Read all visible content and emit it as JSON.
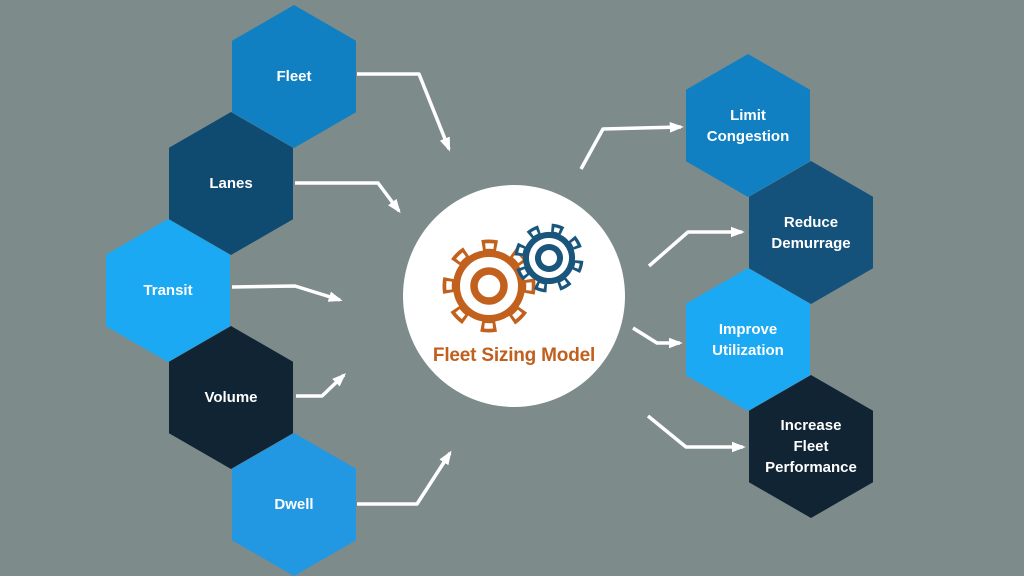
{
  "diagram_title": "Fleet Sizing Model",
  "center": {
    "label": "Fleet Sizing Model",
    "icon": "gears-icon"
  },
  "inputs": [
    {
      "label": "Fleet",
      "color": "#1180c2"
    },
    {
      "label": "Lanes",
      "color": "#0f4a70"
    },
    {
      "label": "Transit",
      "color": "#1ba9f4"
    },
    {
      "label": "Volume",
      "color": "#112433"
    },
    {
      "label": "Dwell",
      "color": "#2297e2"
    }
  ],
  "outputs": [
    {
      "label": "Limit Congestion",
      "lines": [
        "Limit",
        "Congestion"
      ],
      "color": "#1180c2"
    },
    {
      "label": "Reduce Demurrage",
      "lines": [
        "Reduce",
        "Demurrage"
      ],
      "color": "#14517b"
    },
    {
      "label": "Improve Utilization",
      "lines": [
        "Improve",
        "Utilization"
      ],
      "color": "#1ba9f4"
    },
    {
      "label": "Increase Fleet Performance",
      "lines": [
        "Increase",
        "Fleet",
        "Performance"
      ],
      "color": "#112433"
    }
  ],
  "colors": {
    "background": "#7d8b8b",
    "arrow": "#ffffff",
    "circle_fill": "#ffffff",
    "gear_orange": "#c2611d",
    "gear_blue": "#1a567c",
    "title_text": "#c05f1e",
    "hex_text": "#ffffff"
  }
}
